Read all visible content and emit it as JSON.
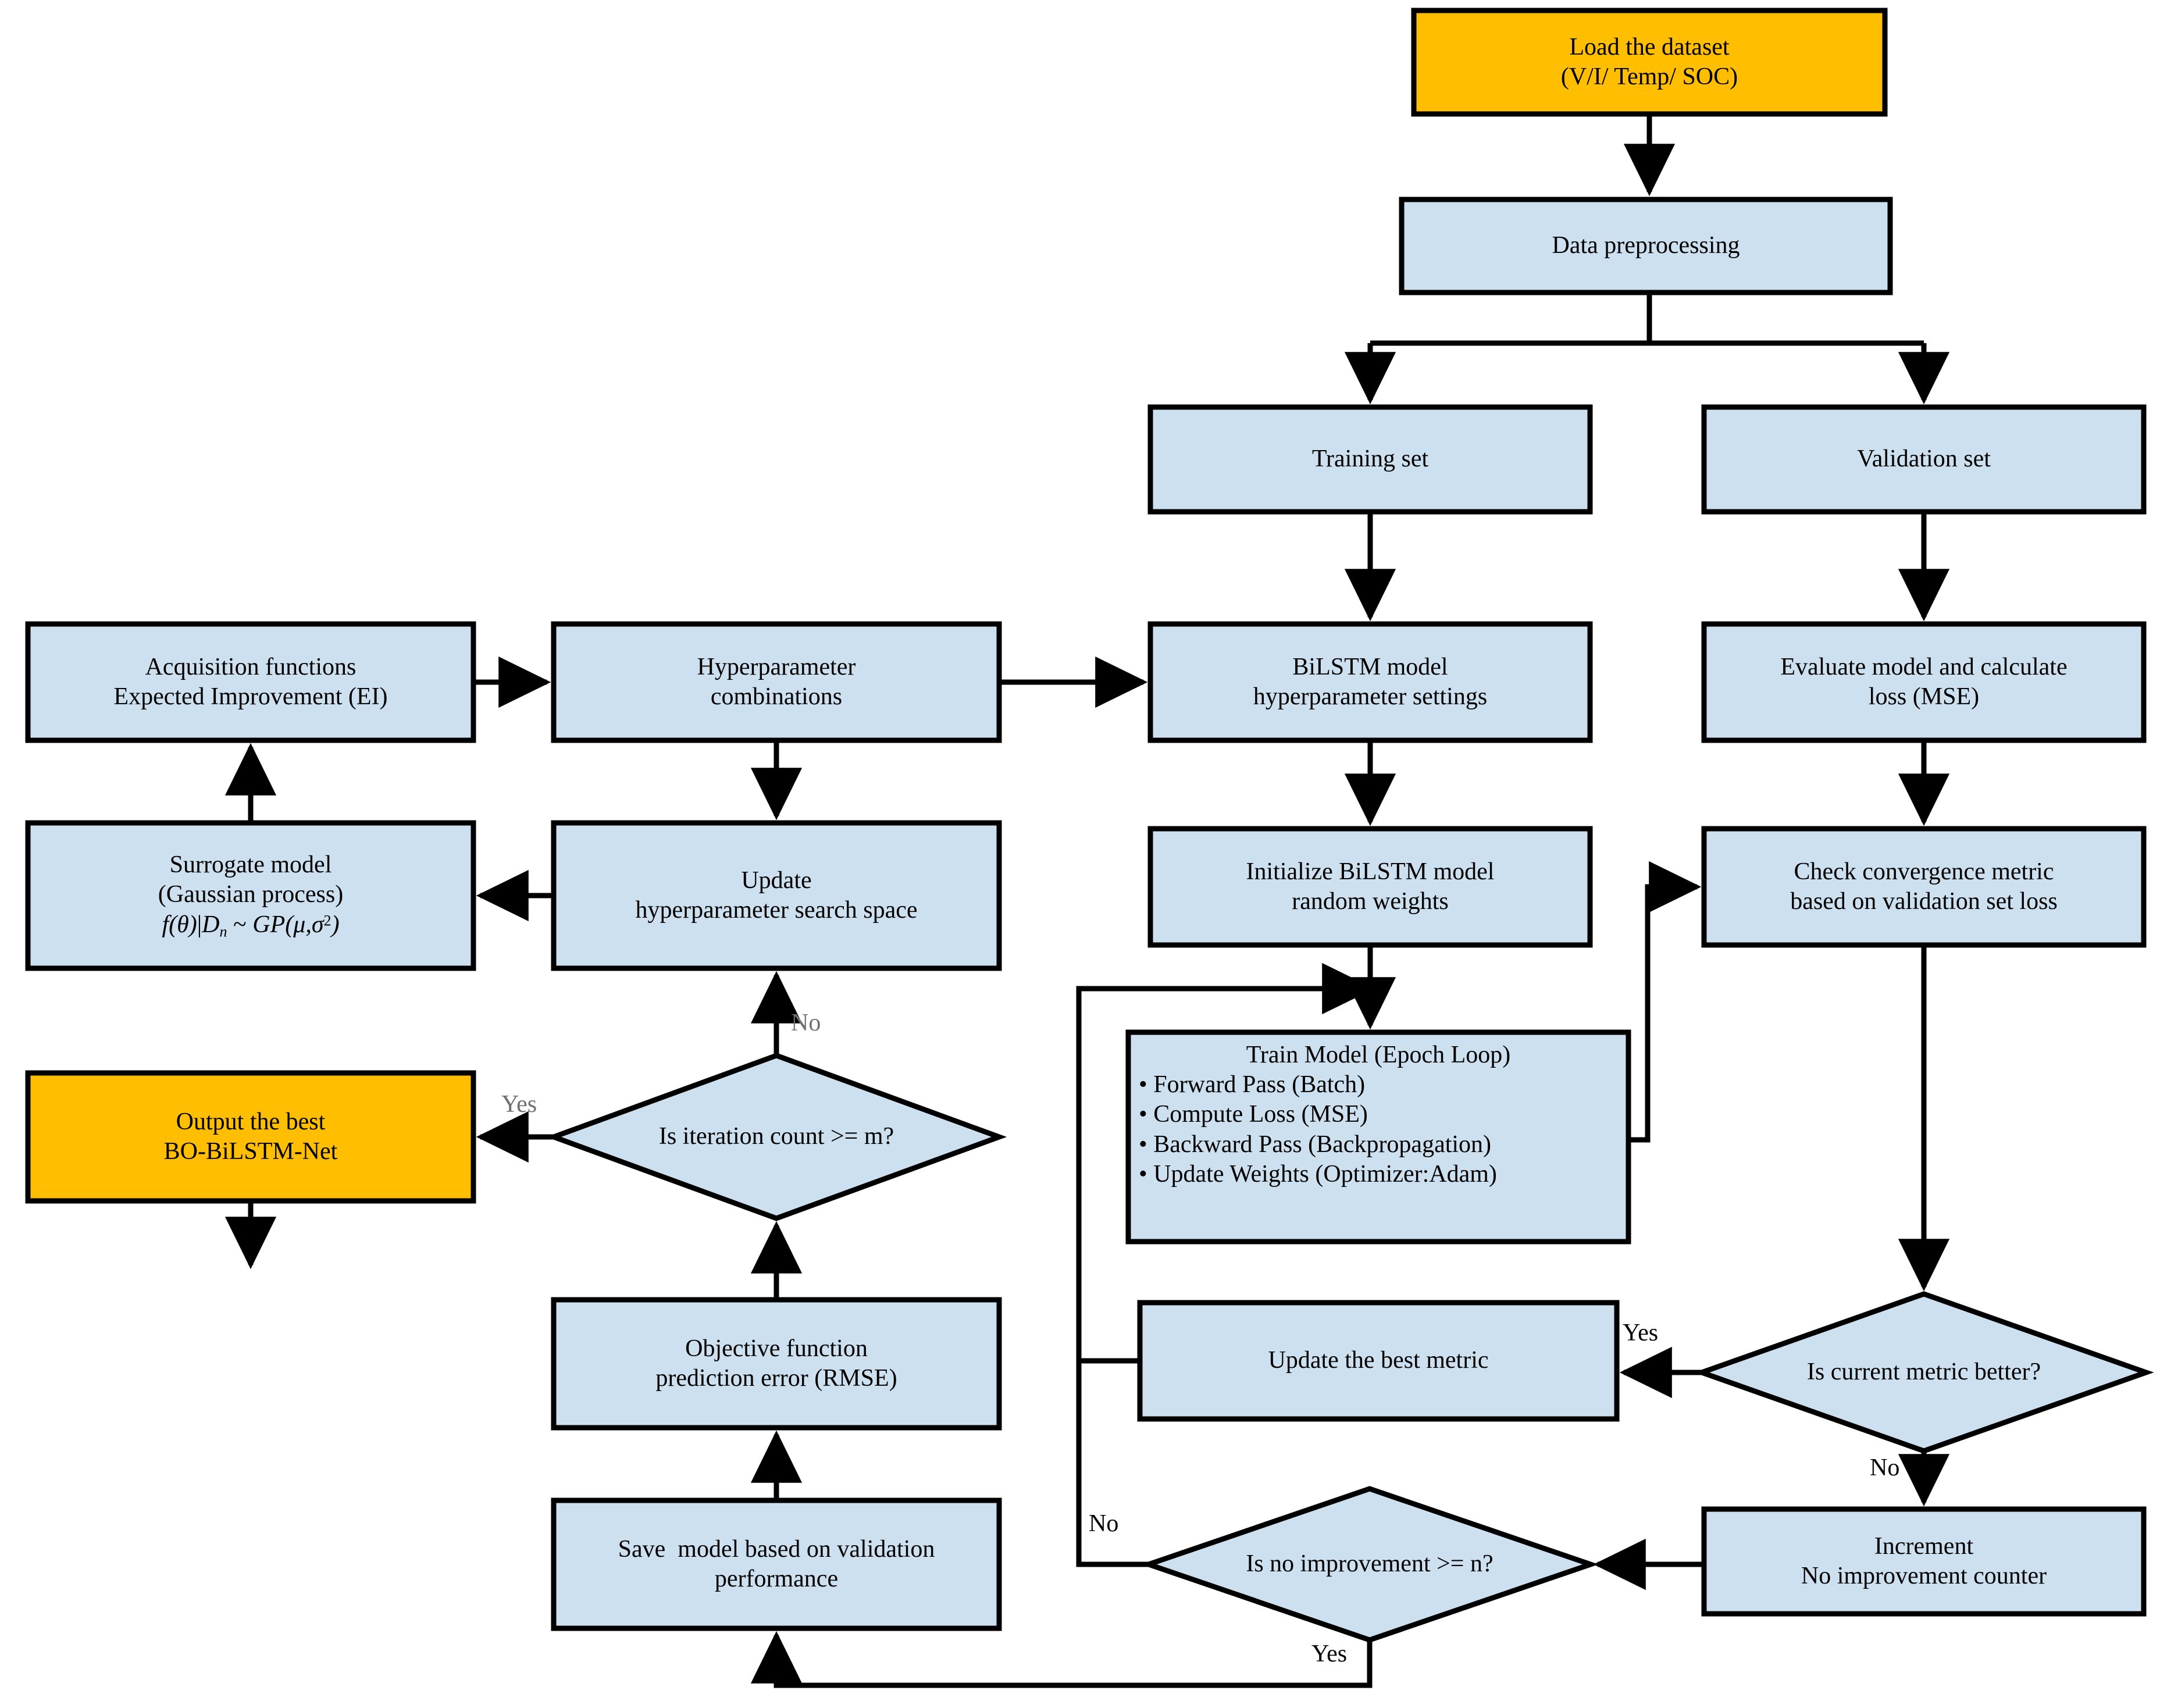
{
  "diagram": {
    "title": "BO-BiLSTM-Net training and Bayesian optimization flowchart",
    "colors": {
      "terminal_fill": "#FFBF00",
      "process_fill": "#CCE0F0",
      "decision_fill": "#CCE0F0",
      "stroke": "#000000",
      "label_grey": "#6F6F6F",
      "background": "#FFFFFF"
    }
  },
  "nodes": {
    "load_dataset": {
      "line1": "Load the dataset",
      "line2": "(V/I/ Temp/ SOC)",
      "shape": "terminal"
    },
    "data_preprocessing": {
      "line1": "Data preprocessing",
      "shape": "process"
    },
    "training_set": {
      "line1": "Training set",
      "shape": "process"
    },
    "validation_set": {
      "line1": "Validation set",
      "shape": "process"
    },
    "bilstm_settings": {
      "line1": "BiLSTM model",
      "line2": "hyperparameter settings",
      "shape": "process"
    },
    "evaluate_loss": {
      "line1": "Evaluate model and calculate",
      "line2": "loss (MSE)",
      "shape": "process"
    },
    "acquisition": {
      "line1": "Acquisition functions",
      "line2": "Expected Improvement (EI)",
      "shape": "process"
    },
    "hyper_combinations": {
      "line1": "Hyperparameter",
      "line2": "combinations",
      "shape": "process"
    },
    "initialize_weights": {
      "line1": "Initialize BiLSTM model",
      "line2": "random weights",
      "shape": "process"
    },
    "check_convergence": {
      "line1": "Check convergence metric",
      "line2": "based on validation set loss",
      "shape": "process"
    },
    "surrogate_model": {
      "line1": "Surrogate model",
      "line2": "(Gaussian process)",
      "formula": "f(θ)|Dn ~ GP(μ,σ²)",
      "shape": "process"
    },
    "update_search_space": {
      "line1": "Update",
      "line2": "hyperparameter search space",
      "shape": "process"
    },
    "train_model": {
      "title": "Train Model (Epoch Loop)",
      "bullets": [
        "Forward Pass (Batch)",
        "Compute Loss (MSE)",
        "Backward Pass (Backpropagation)",
        "Update Weights (Optimizer:Adam)"
      ],
      "shape": "process"
    },
    "output_best": {
      "line1": "Output the best",
      "line2": "BO-BiLSTM-Net",
      "shape": "terminal"
    },
    "iteration_decision": {
      "line1": "Is iteration count >= m?",
      "shape": "decision"
    },
    "metric_decision": {
      "line1": "Is current metric better?",
      "shape": "decision"
    },
    "improvement_decision": {
      "line1": "Is no improvement >= n?",
      "shape": "decision"
    },
    "objective_function": {
      "line1": "Objective function",
      "line2": "prediction error (RMSE)",
      "shape": "process"
    },
    "update_best_metric": {
      "line1": "Update the best metric",
      "shape": "process"
    },
    "increment_counter": {
      "line1": "Increment",
      "line2": "No improvement counter",
      "shape": "process"
    },
    "save_model": {
      "line1": "Save  model based on validation",
      "line2": "performance",
      "shape": "process"
    }
  },
  "edge_labels": {
    "iteration_no": "No",
    "iteration_yes": "Yes",
    "metric_yes": "Yes",
    "metric_no": "No",
    "improvement_no": "No",
    "improvement_yes": "Yes"
  }
}
